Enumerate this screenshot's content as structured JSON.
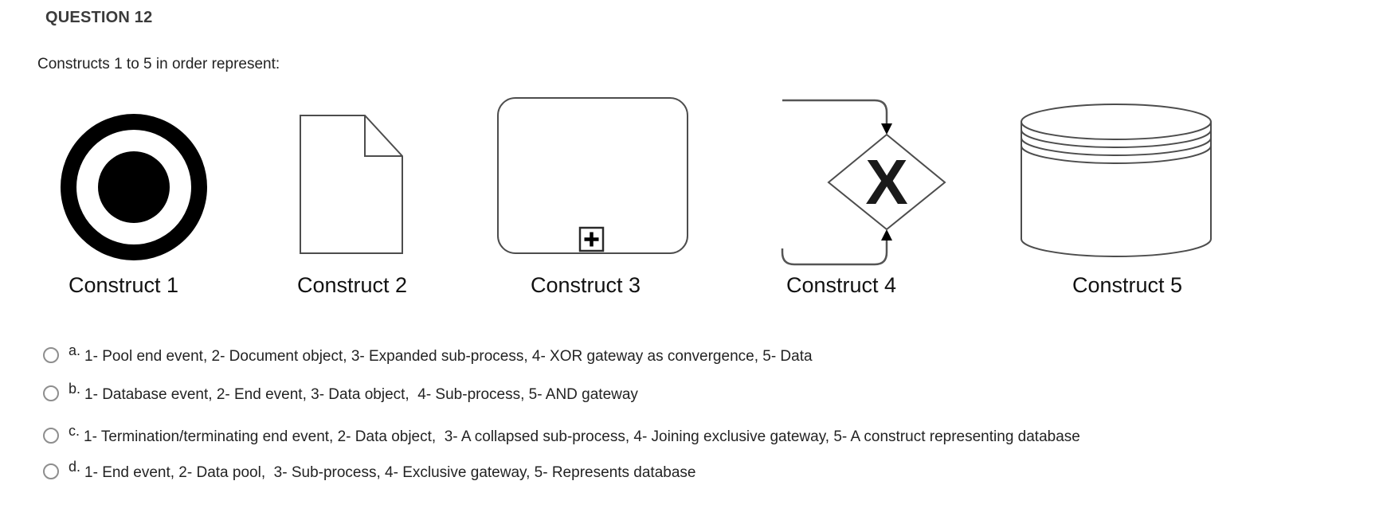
{
  "question": {
    "header": "QUESTION 12",
    "prompt": "Constructs 1 to 5 in order represent:"
  },
  "constructs": [
    {
      "label": "Construct 1",
      "shape": "terminating-end-event"
    },
    {
      "label": "Construct 2",
      "shape": "document-data-object"
    },
    {
      "label": "Construct 3",
      "shape": "collapsed-sub-process-with-plus-marker"
    },
    {
      "label": "Construct 4",
      "shape": "converging-exclusive-gateway",
      "glyph": "X"
    },
    {
      "label": "Construct 5",
      "shape": "data-store-cylinder"
    }
  ],
  "options": [
    {
      "letter": "a.",
      "text": "1- Pool end event, 2- Document object, 3- Expanded sub-process, 4- XOR gateway as convergence, 5- Data"
    },
    {
      "letter": "b.",
      "text": "1- Database event, 2- End event, 3- Data object,  4- Sub-process, 5- AND gateway"
    },
    {
      "letter": "c.",
      "text": "1- Termination/terminating end event, 2- Data object,  3- A collapsed sub-process, 4- Joining exclusive gateway, 5- A construct representing database"
    },
    {
      "letter": "d.",
      "text": "1- End event, 2- Data pool,  3- Sub-process, 4- Exclusive gateway, 5- Represents database"
    }
  ],
  "colors": {
    "header_text": "#3b3b3b",
    "body_text": "#232323",
    "shape_stroke": "#4d4d4d",
    "shape_fill_black": "#000000",
    "radio_border": "#8e8e8e",
    "background": "#ffffff"
  }
}
